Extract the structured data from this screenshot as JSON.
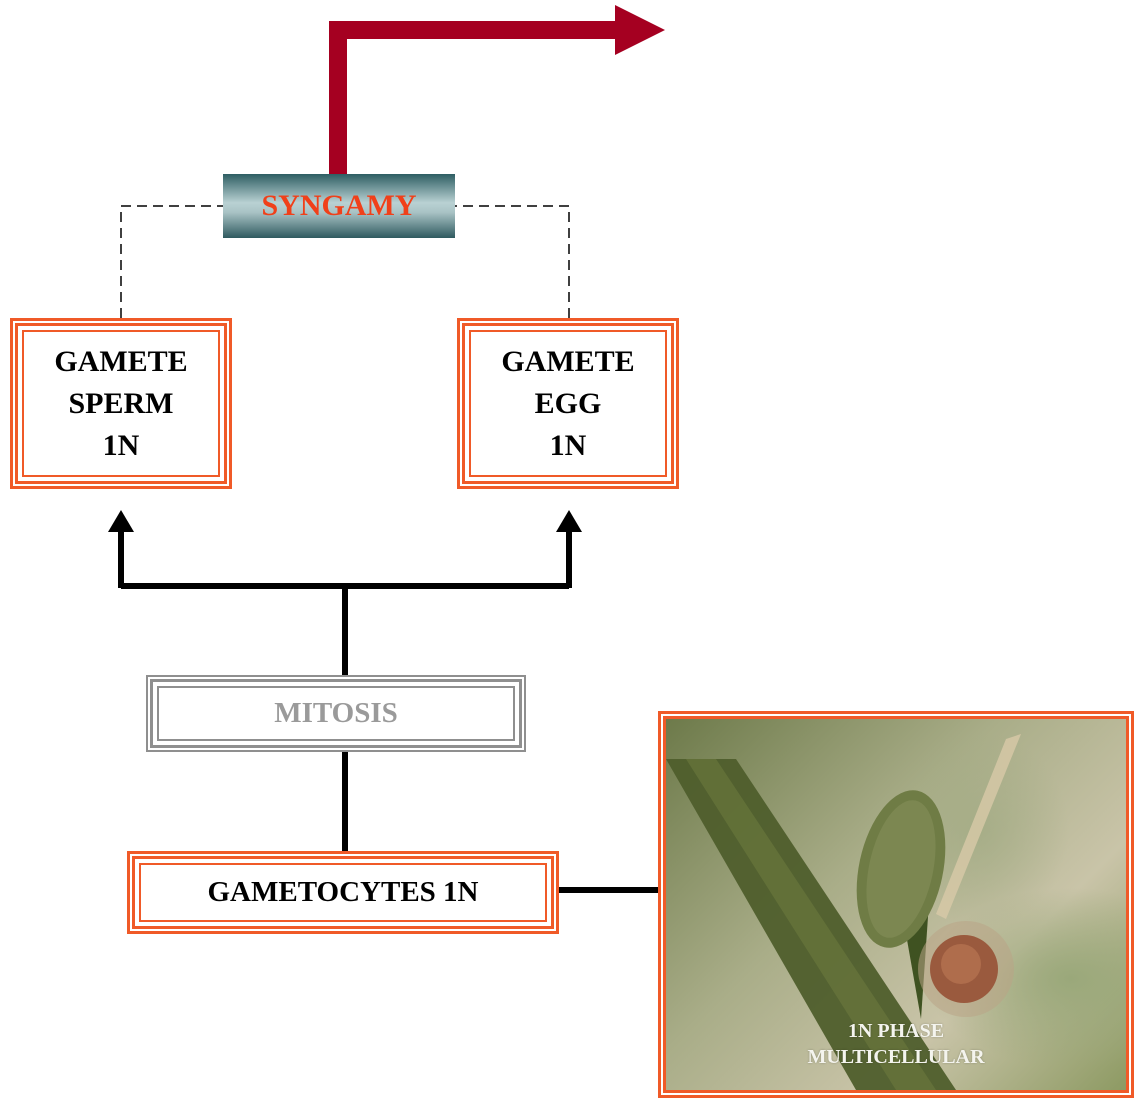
{
  "nodes": {
    "syngamy": "SYNGAMY",
    "gamete_sperm": [
      "GAMETE",
      "SPERM",
      "1N"
    ],
    "gamete_egg": [
      "GAMETE",
      "EGG",
      "1N"
    ],
    "mitosis": "MITOSIS",
    "gametocytes": "GAMETOCYTES 1N"
  },
  "photo": {
    "caption": [
      "1N PHASE",
      "MULTICELLULAR"
    ]
  },
  "colors": {
    "frame_red": "#f05a28",
    "arrow_crimson": "#a50021",
    "syngamy_text": "#f0401a",
    "mitosis_gray": "#9a9a9a",
    "teal": "#2e5e63"
  }
}
